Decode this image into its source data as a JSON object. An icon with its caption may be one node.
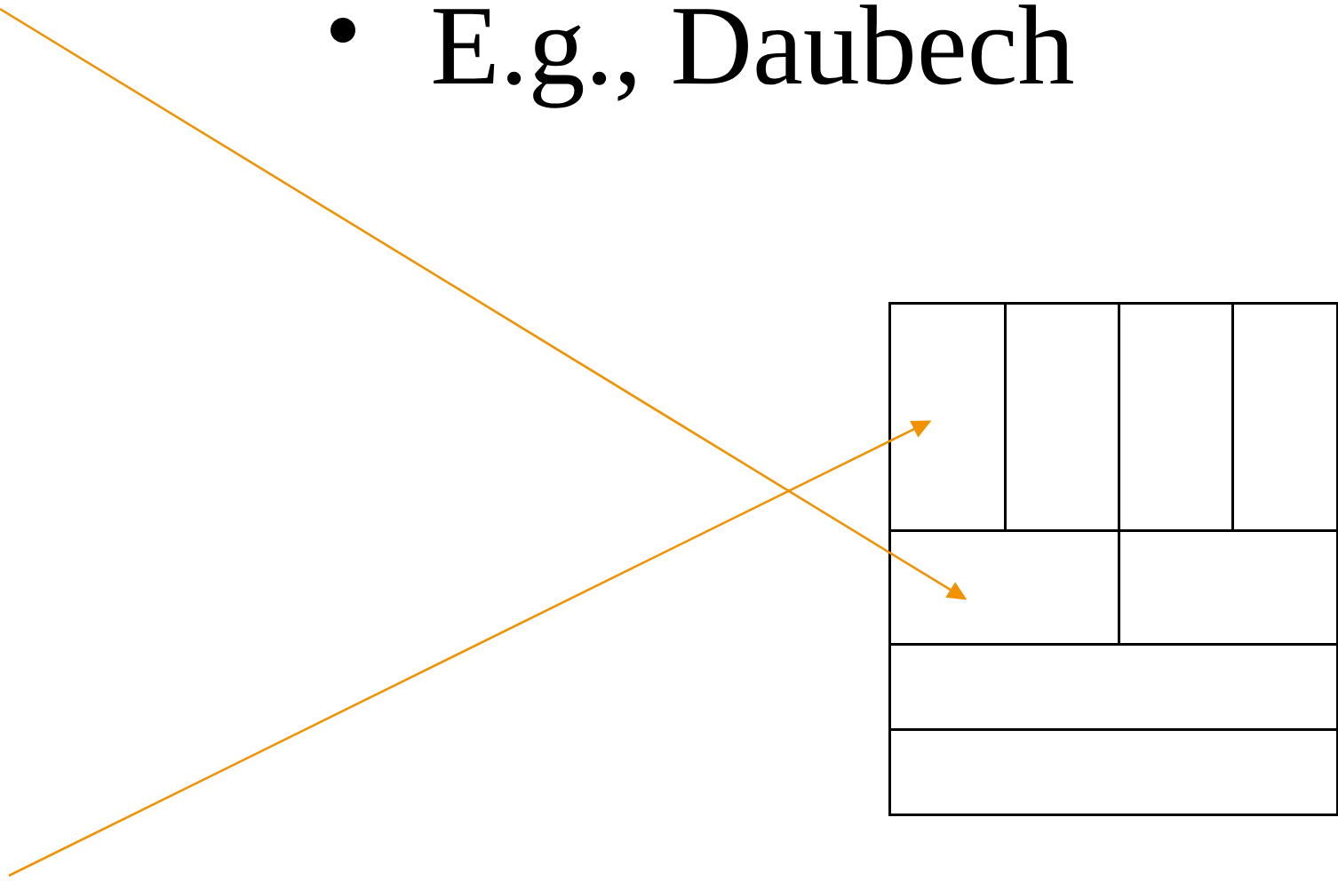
{
  "diagram": {
    "nodes": [
      {
        "text": [],
        "shape": "box"
      },
      {
        "text": [],
        "shape": "box"
      },
      {
        "text": [],
        "shape": "box"
      },
      {
        "text": [],
        "shape": "box"
      },
      {
        "text": [],
        "shape": "box"
      },
      {
        "text": [],
        "shape": "box"
      },
      {
        "text": [],
        "shape": "box"
      },
      {
        "text": [],
        "shape": "box"
      }
    ],
    "edges": [
      {
        "from": null,
        "to": 4,
        "arrow": "to"
      },
      {
        "from": null,
        "to": 0,
        "arrow": "to"
      }
    ],
    "labels": [
      "E.g., Daubech"
    ]
  }
}
